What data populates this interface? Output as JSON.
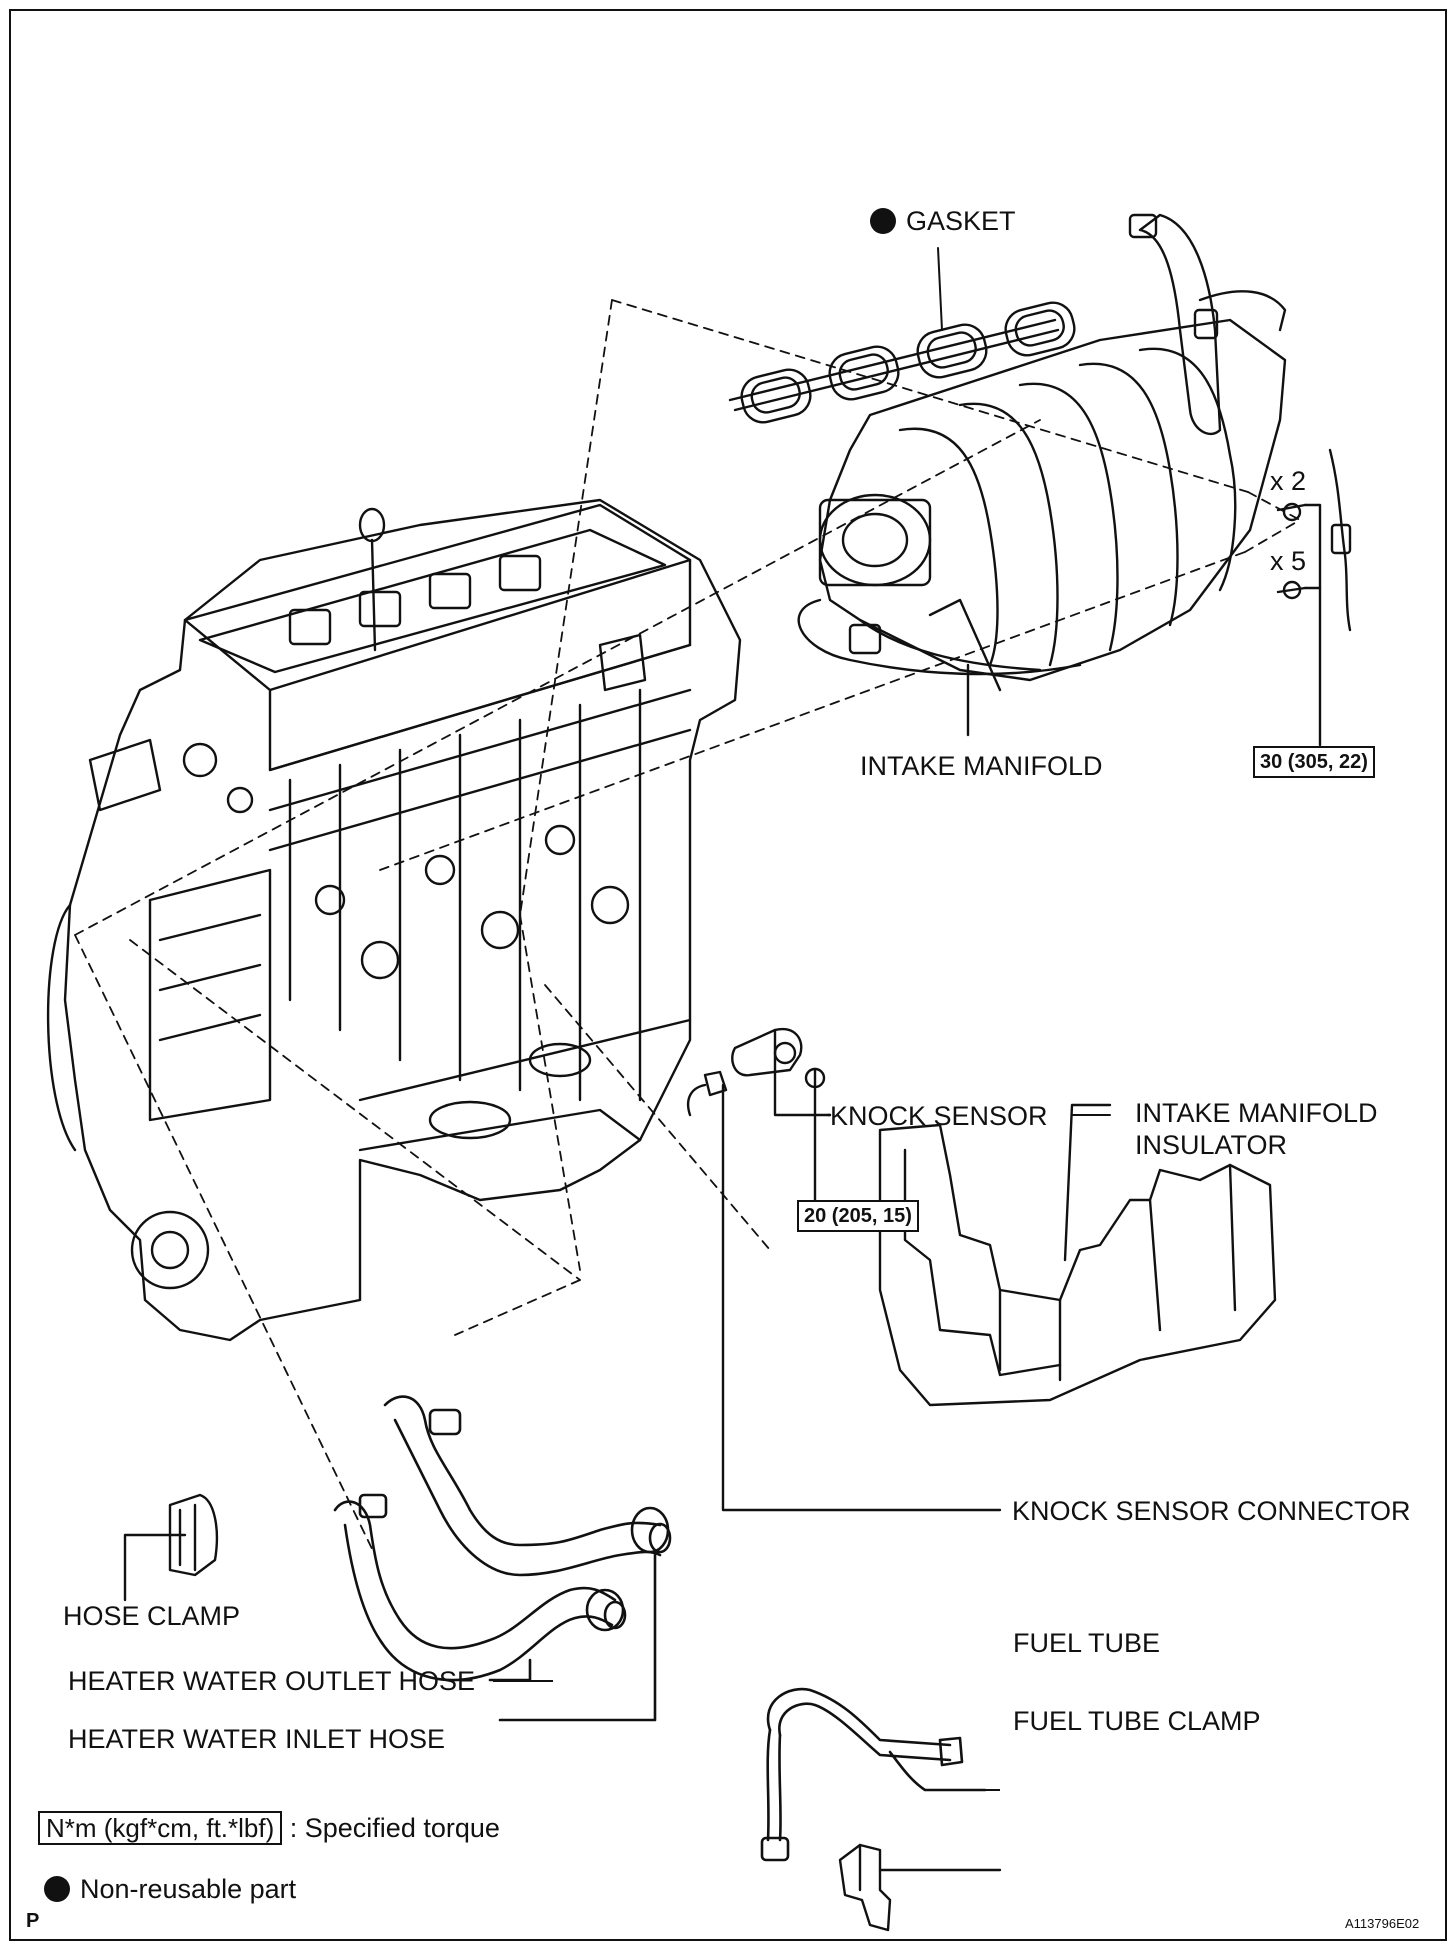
{
  "labels": {
    "gasket": "GASKET",
    "intake_manifold": "INTAKE MANIFOLD",
    "bolt_count_a": "x 2",
    "bolt_count_b": "x 5",
    "torque_manifold": "30 (305, 22)",
    "knock_sensor": "KNOCK SENSOR",
    "intake_manifold_insulator": "INTAKE MANIFOLD\nINSULATOR",
    "torque_knock_sensor": "20 (205, 15)",
    "knock_sensor_connector": "KNOCK SENSOR CONNECTOR",
    "hose_clamp": "HOSE CLAMP",
    "heater_water_outlet_hose": "HEATER WATER OUTLET HOSE",
    "heater_water_inlet_hose": "HEATER WATER INLET HOSE",
    "fuel_tube": "FUEL TUBE",
    "fuel_tube_clamp": "FUEL TUBE CLAMP"
  },
  "legend": {
    "torque_unit": "N*m (kgf*cm, ft.*lbf)",
    "torque_text": ": Specified torque",
    "nonreusable_text": "Non-reusable part"
  },
  "corner": {
    "left_mark": "P",
    "figure_id": "A113796E02"
  }
}
